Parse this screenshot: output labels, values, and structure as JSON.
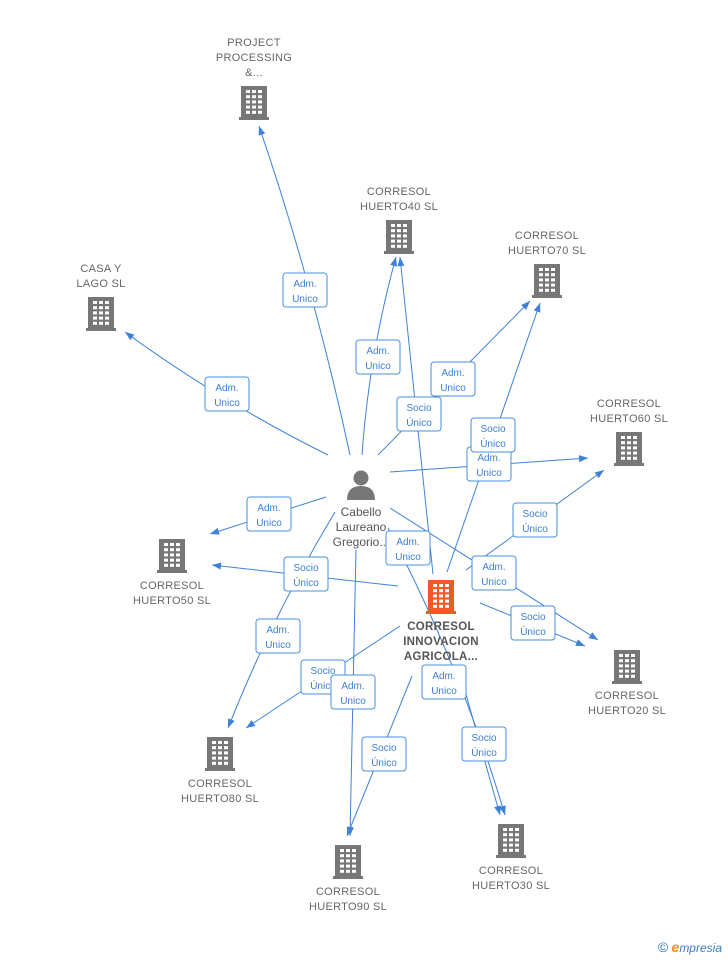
{
  "colors": {
    "edge": "#3d82d8",
    "company": "#777777",
    "main_company": "#f05a28",
    "person": "#777777"
  },
  "person": {
    "lines": [
      "Cabello",
      "Laureano",
      "Gregorio..."
    ],
    "icon": "person-icon"
  },
  "companies": [
    {
      "id": "project_processing",
      "lines": [
        "PROJECT",
        "PROCESSING",
        "&..."
      ]
    },
    {
      "id": "huerto40",
      "lines": [
        "CORRESOL",
        "HUERTO40  SL"
      ]
    },
    {
      "id": "huerto70",
      "lines": [
        "CORRESOL",
        "HUERTO70  SL"
      ]
    },
    {
      "id": "casa_lago",
      "lines": [
        "CASA Y",
        "LAGO  SL"
      ]
    },
    {
      "id": "huerto60",
      "lines": [
        "CORRESOL",
        "HUERTO60  SL"
      ]
    },
    {
      "id": "huerto50",
      "lines": [
        "CORRESOL",
        "HUERTO50  SL"
      ]
    },
    {
      "id": "innovacion",
      "lines": [
        "CORRESOL",
        "INNOVACION",
        "AGRICOLA..."
      ],
      "main": true
    },
    {
      "id": "huerto20",
      "lines": [
        "CORRESOL",
        "HUERTO20  SL"
      ]
    },
    {
      "id": "huerto80",
      "lines": [
        "CORRESOL",
        "HUERTO80  SL"
      ]
    },
    {
      "id": "huerto90",
      "lines": [
        "CORRESOL",
        "HUERTO90  SL"
      ]
    },
    {
      "id": "huerto30",
      "lines": [
        "CORRESOL",
        "HUERTO30  SL"
      ]
    }
  ],
  "edge_labels": [
    [
      "Adm.",
      "Unico"
    ],
    [
      "Adm.",
      "Unico"
    ],
    [
      "Adm.",
      "Unico"
    ],
    [
      "Adm.",
      "Unico"
    ],
    [
      "Socio",
      "Único"
    ],
    [
      "Adm.",
      "Unico"
    ],
    [
      "Adm.",
      "Unico"
    ],
    [
      "Socio",
      "Único"
    ],
    [
      "Adm.",
      "Unico"
    ],
    [
      "Socio",
      "Único"
    ],
    [
      "Socio",
      "Único"
    ],
    [
      "Adm.",
      "Unico"
    ],
    [
      "Adm.",
      "Unico"
    ],
    [
      "Socio",
      "Único"
    ],
    [
      "Socio",
      "Único"
    ],
    [
      "Adm.",
      "Unico"
    ],
    [
      "Adm.",
      "Unico"
    ],
    [
      "Socio",
      "Único"
    ],
    [
      "Socio",
      "Único"
    ],
    [
      "Socio",
      "Único"
    ]
  ],
  "watermark": {
    "copyright": "©",
    "brand_initial": "e",
    "brand_rest": "mpresia"
  }
}
